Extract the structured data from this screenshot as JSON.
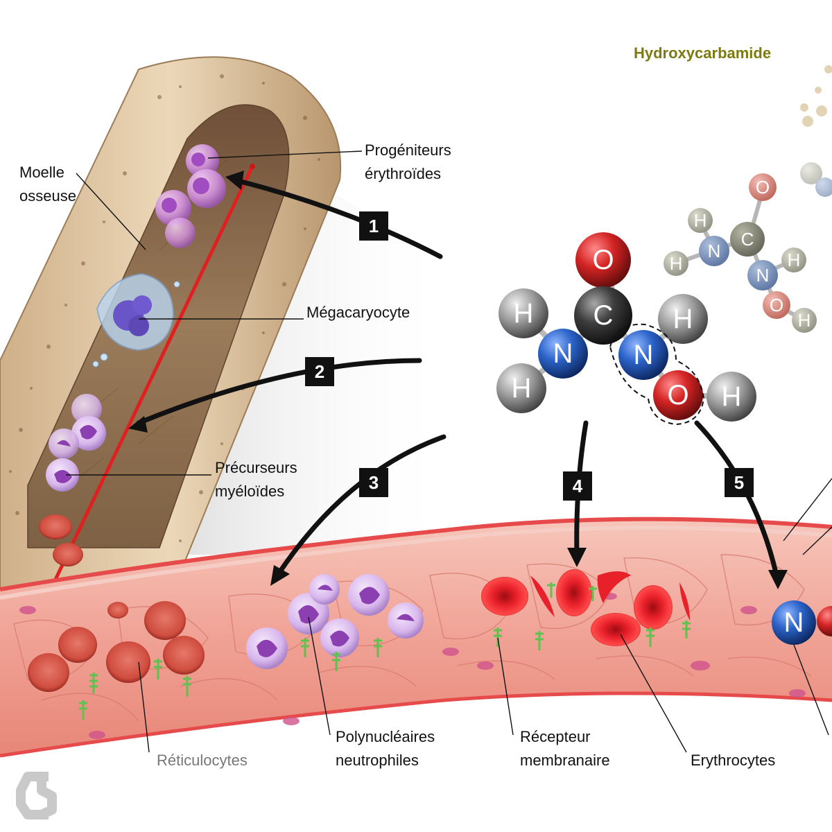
{
  "title": "Hydroxycarbamide",
  "labels": {
    "bone_marrow": "Moelle\nosseuse",
    "erythroid_progenitors": "Progéniteurs\nérythroïdes",
    "megakaryocyte": "Mégacaryocyte",
    "myeloid_precursors": "Précurseurs\nmyéloïdes",
    "reticulocytes": "Réticulocytes",
    "neutrophils": "Polynucléaires\nneutrophiles",
    "membrane_receptor": "Récepteur\nmembranaire",
    "erythrocytes": "Erythrocytes"
  },
  "steps": [
    "1",
    "2",
    "3",
    "4",
    "5"
  ],
  "molecule": {
    "atoms": [
      "O",
      "C",
      "H",
      "N",
      "H",
      "N",
      "H",
      "O",
      "H"
    ],
    "blood_atom": "N"
  },
  "background_molecule": {
    "atoms": [
      "O",
      "H",
      "C",
      "H",
      "N",
      "N",
      "H",
      "O",
      "H"
    ]
  },
  "colors": {
    "bone": "#e9d2b0",
    "marrow": "#8a6d4e",
    "vessel": "#f2a69a",
    "vessel_wall": "#e64a4a",
    "erythrocyte": "#e8202a",
    "reticulocyte": "#d9574a",
    "neutrophil": "#d8b6ec",
    "receptor": "#5ec24e",
    "oxygen": "#d42424",
    "nitrogen": "#2b63c9",
    "carbon": "#3d3d3d",
    "hydrogen": "#9a9a9a",
    "title": "#7d7a13"
  }
}
